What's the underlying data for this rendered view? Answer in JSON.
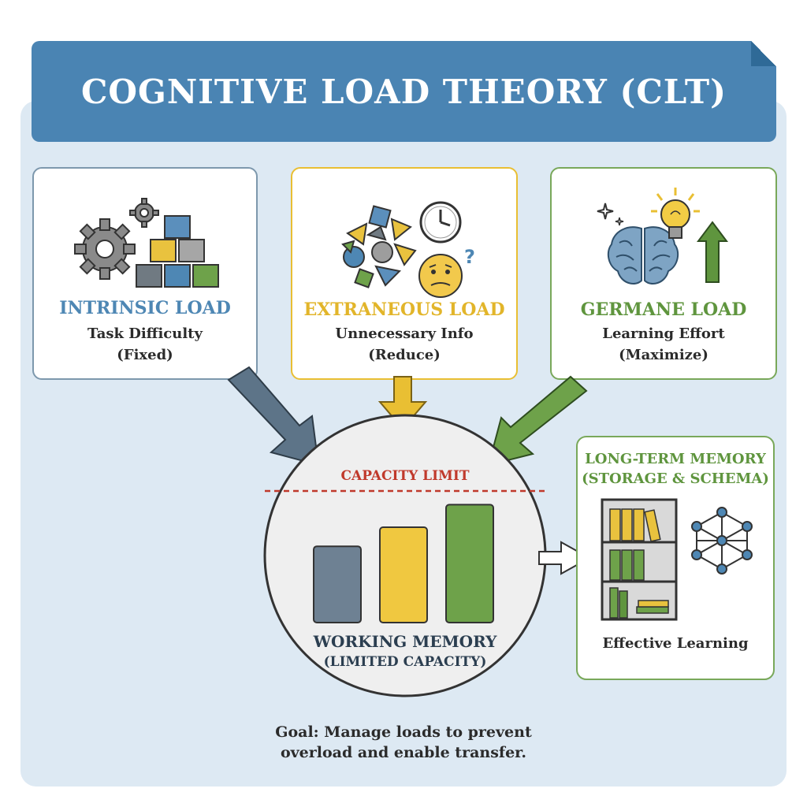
{
  "title": "COGNITIVE LOAD THEORY (CLT)",
  "colors": {
    "banner": "#4a84b3",
    "panel": "#dde9f3",
    "intrinsic": "#4e87b4",
    "extraneous": "#e9bf33",
    "germane": "#5f953e",
    "capacity_limit": "#c0392b",
    "arrow_gray": "#5d7488"
  },
  "cards": {
    "intrinsic": {
      "title": "INTRINSIC LOAD",
      "line1": "Task Difficulty",
      "line2": "(Fixed)",
      "icons": [
        "gears-icon",
        "blocks-icon"
      ]
    },
    "extraneous": {
      "title": "EXTRANEOUS LOAD",
      "line1": "Unnecessary Info",
      "line2": "(Reduce)",
      "icons": [
        "shapes-icon",
        "clock-icon",
        "confused-face-icon"
      ]
    },
    "germane": {
      "title": "GERMANE LOAD",
      "line1": "Learning Effort",
      "line2": "(Maximize)",
      "icons": [
        "brain-icon",
        "lightbulb-icon",
        "up-arrow-icon",
        "sparkle-icon"
      ]
    }
  },
  "working_memory": {
    "capacity_label": "CAPACITY LIMIT",
    "title": "WORKING MEMORY",
    "subtitle": "(LIMITED CAPACITY)",
    "bar_levels": [
      0.44,
      0.55,
      0.68
    ]
  },
  "long_term_memory": {
    "title_line1": "LONG-TERM MEMORY",
    "title_line2": "(STORAGE & SCHEMA)",
    "caption": "Effective Learning",
    "icons": [
      "bookshelf-icon",
      "network-icon"
    ]
  },
  "goal": {
    "line1": "Goal: Manage loads to prevent",
    "line2": "overload and enable transfer."
  }
}
